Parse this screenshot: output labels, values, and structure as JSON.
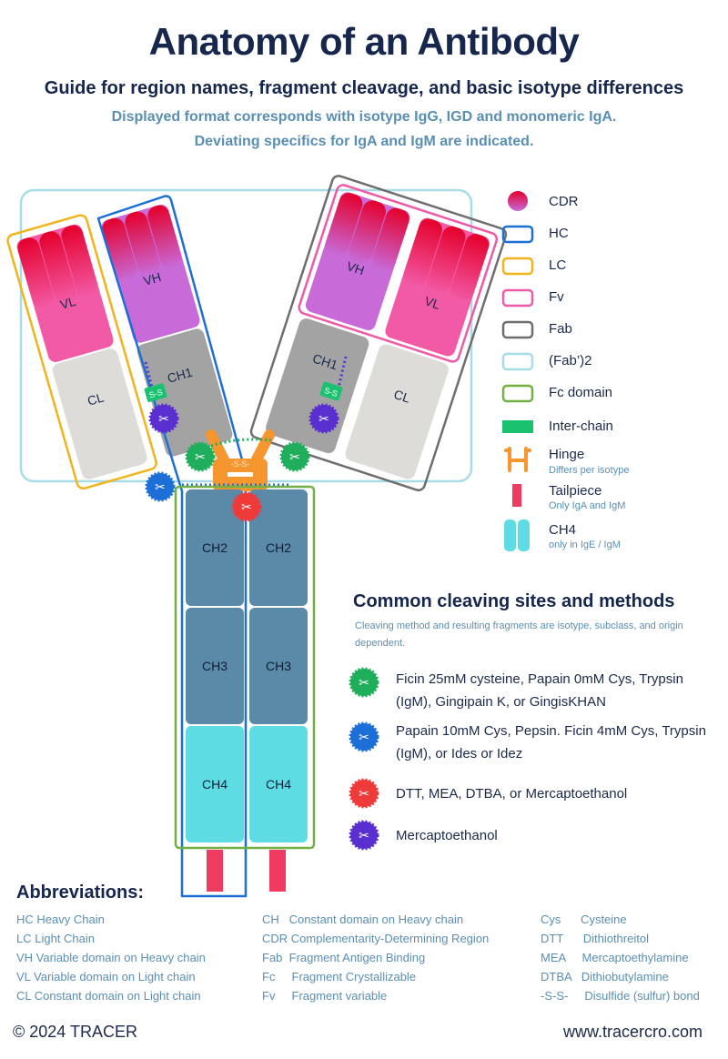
{
  "header": {
    "title": "Anatomy of an Antibody",
    "subtitle": "Guide for region names, fragment cleavage, and basic isotype differences",
    "note_line1": "Displayed format corresponds with isotype IgG, IGD and monomeric IgA.",
    "note_line2": "Deviating specifics for IgA and IgM are indicated."
  },
  "diagram": {
    "vl": "VL",
    "vh": "VH",
    "cl": "CL",
    "ch1": "CH1",
    "ch2": "CH2",
    "ch3": "CH3",
    "ch4": "CH4",
    "ss": "S-S",
    "hinge_ss": "-S-S-"
  },
  "legend": {
    "items": [
      {
        "label": "CDR"
      },
      {
        "label": "HC"
      },
      {
        "label": "LC"
      },
      {
        "label": "Fv"
      },
      {
        "label": "Fab"
      },
      {
        "label": "(Fab’)2"
      },
      {
        "label": "Fc domain"
      },
      {
        "label": "Inter-chain"
      },
      {
        "label": "Hinge",
        "sub": "Differs per isotype"
      },
      {
        "label": "Tailpiece",
        "sub": "Only IgA and IgM"
      },
      {
        "label": "CH4",
        "sub": "only in IgE / IgM"
      }
    ]
  },
  "cleaving": {
    "title": "Common cleaving sites and methods",
    "note": "Cleaving method and resulting fragments are isotype, subclass, and origin dependent.",
    "methods": [
      {
        "text": "Ficin 25mM cysteine, Papain 0mM Cys, Trypsin (IgM), Gingipain K, or GingisKHAN",
        "color": "#1fae5b"
      },
      {
        "text": "Papain 10mM Cys, Pepsin. Ficin 4mM Cys, Trypsin (IgM), or Ides or Idez",
        "color": "#1d6fd8"
      },
      {
        "text": "DTT, MEA, DTBA, or Mercaptoethanol",
        "color": "#ef3a3a"
      },
      {
        "text": "Mercaptoethanol",
        "color": "#5a2fd0"
      }
    ]
  },
  "abbreviations": {
    "title": "Abbreviations:",
    "col1": [
      "HC Heavy Chain",
      "LC Light Chain",
      "VH Variable domain on Heavy chain",
      "VL Variable domain on Light chain",
      "CL Constant domain on Light chain"
    ],
    "col2": [
      "CH   Constant domain on Heavy chain",
      "CDR Complementarity-Determining Region",
      "Fab  Fragment Antigen Binding",
      "Fc     Fragment Crystallizable",
      "Fv     Fragment variable"
    ],
    "col3": [
      "Cys      Cysteine",
      "DTT      Dithiothreitol",
      "MEA     Mercaptoethylamine",
      "DTBA   Dithiobutylamine",
      "-S-S-     Disulfide (sulfur) bond"
    ]
  },
  "footer": {
    "copyright": "© 2024 TRACER",
    "url": "www.tracercro.com"
  },
  "colors": {
    "hc": "#1d6fd8",
    "lc": "#f0b41c",
    "fv": "#ee5aa8",
    "fab": "#6e6e6e",
    "fab2": "#a8dde8",
    "fc": "#72b043",
    "interchain": "#19c26e",
    "hinge": "#f5962f",
    "tailpiece": "#ef3b60",
    "ch4": "#5ddde3",
    "ch23": "#5a8aa8"
  }
}
